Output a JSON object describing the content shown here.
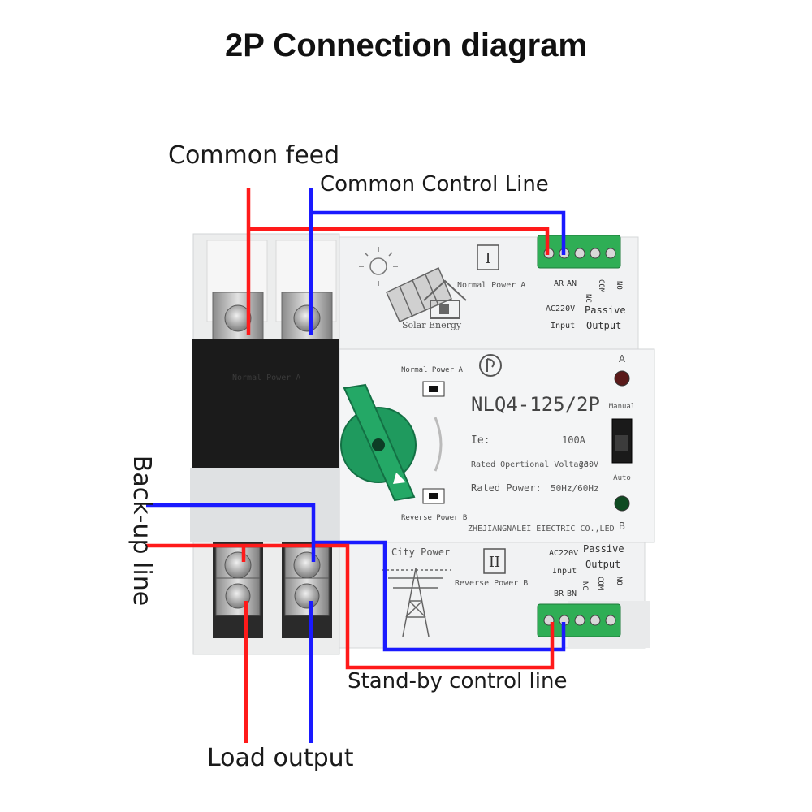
{
  "title": "2P Connection diagram",
  "labels": {
    "common_feed": "Common feed",
    "common_control_line": "Common Control Line",
    "backup_line": "Back-up line",
    "standby_control_line": "Stand-by control line",
    "load_output": "Load output"
  },
  "device": {
    "top_panel": {
      "roman": "I",
      "power": "Normal Power A",
      "solar": "Solar Energy",
      "ac": "AC220V",
      "input": "Input",
      "passive": "Passive",
      "output": "Output",
      "terminals": [
        "AR",
        "AN",
        "NC",
        "COM",
        "NO"
      ]
    },
    "bottom_panel": {
      "roman": "II",
      "power": "Reverse Power B",
      "city": "City Power",
      "ac": "AC220V",
      "input": "Input",
      "passive": "Passive",
      "output": "Output",
      "terminals": [
        "BR",
        "BN",
        "NC",
        "COM",
        "NO"
      ]
    },
    "black_panel": "Normal Power A",
    "face": {
      "power_a": "Normal Power A",
      "power_b": "Reverse Power B",
      "model": "NLQ4-125/2P",
      "ie_label": "Ie:",
      "ie_value": "100A",
      "voltage_label": "Rated Opertional Voltage:",
      "voltage_value": "230V",
      "power_label": "Rated Power:",
      "power_value": "50Hz/60Hz",
      "maker": "ZHEJIANGNALEI EIECTRIC CO.,LED",
      "led_a": "A",
      "led_b": "B",
      "manual": "Manual",
      "auto": "Auto"
    }
  },
  "colors": {
    "red_wire": "#ff1a1a",
    "blue_wire": "#1a1aff",
    "terminal_green": "#2fae55",
    "knob_green": "#1f9a5e",
    "body": "#f2f3f4",
    "black_panel": "#1b1b1b"
  }
}
